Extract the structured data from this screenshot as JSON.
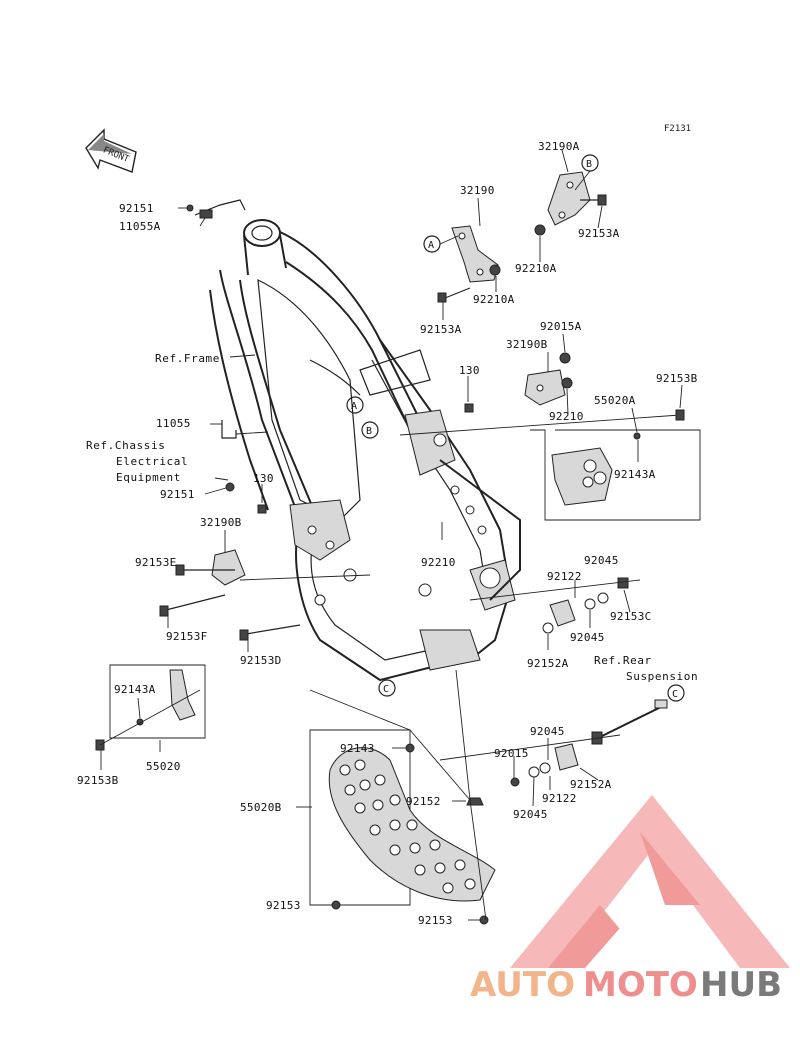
{
  "figure_code": "F2131",
  "front_label": "FRONT",
  "part_labels": [
    "92151",
    "11055A",
    "32190",
    "32190A",
    "92153A",
    "92210A",
    "92210A",
    "92153A",
    "Ref.Frame",
    "92015A",
    "32190B",
    "130",
    "92153B",
    "55020A",
    "92210",
    "11055",
    "Ref.Chassis",
    "Electrical",
    "Equipment",
    "92151",
    "130",
    "92143A",
    "32190B",
    "92153E",
    "92210",
    "92045",
    "92122",
    "92153C",
    "92153F",
    "92153D",
    "92045",
    "92152A",
    "Ref.Rear",
    "Suspension",
    "92143A",
    "55020",
    "92153B",
    "92143",
    "92045",
    "92015",
    "92152A",
    "92122",
    "92045",
    "92152",
    "55020B",
    "92153",
    "92153"
  ],
  "callouts": [
    "A",
    "B",
    "A",
    "B",
    "C",
    "C"
  ],
  "watermark": {
    "part1": "AUTO",
    "part2": "MOTO",
    "part3": "HUB"
  },
  "colors": {
    "watermark_orange": "#f2b48a",
    "watermark_red": "#ef8e8e",
    "watermark_gray": "#7a7a7a"
  }
}
